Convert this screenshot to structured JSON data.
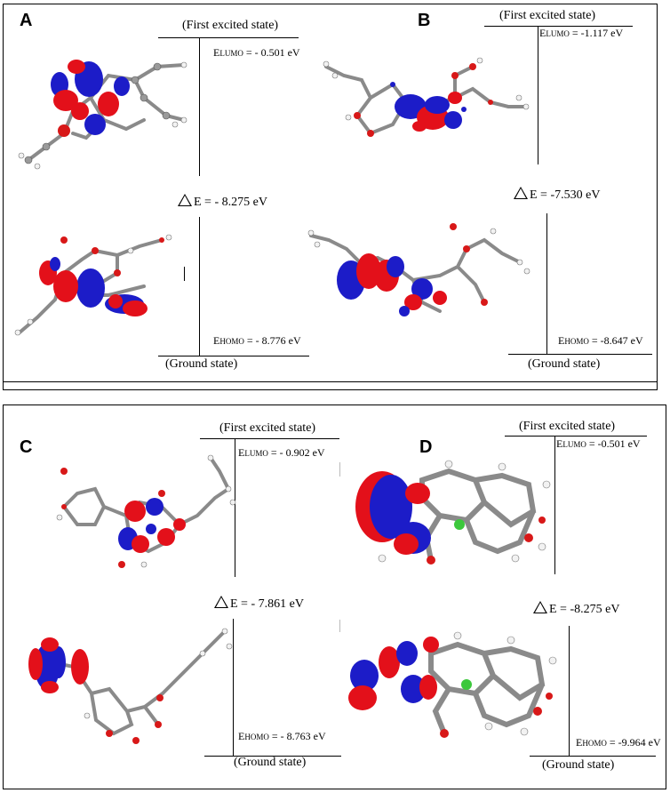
{
  "panels": [
    {
      "letter": "A",
      "first_excited": "(First excited state)",
      "lumo_label": "E",
      "lumo_sub": "LUMO",
      "lumo_value": " = - 0.501 eV",
      "delta": "E = - 8.275 eV",
      "homo_label": "E",
      "homo_sub": "HOMO",
      "homo_value": " = - 8.776 eV",
      "ground": "(Ground state)"
    },
    {
      "letter": "B",
      "first_excited": "(First excited state)",
      "lumo_label": "E",
      "lumo_sub": "LUMO",
      "lumo_value": " = -1.117 eV",
      "delta": "E = -7.530 eV",
      "homo_label": "E",
      "homo_sub": "HOMO",
      "homo_value": " = -8.647 eV",
      "ground": "(Ground state)"
    },
    {
      "letter": "C",
      "first_excited": "(First excited state)",
      "lumo_label": "E",
      "lumo_sub": "LUMO",
      "lumo_value": " = - 0.902 eV",
      "delta": "E = - 7.861 eV",
      "homo_label": "E",
      "homo_sub": "HOMO",
      "homo_value": " = - 8.763 eV",
      "ground": "(Ground state)"
    },
    {
      "letter": "D",
      "first_excited": "(First excited state)",
      "lumo_label": "E",
      "lumo_sub": "LUMO",
      "lumo_value": " = -0.501 eV",
      "delta": "E = -8.275 eV",
      "homo_label": "E",
      "homo_sub": "HOMO",
      "homo_value": " = -9.964 eV",
      "ground": "(Ground state)"
    }
  ],
  "colors": {
    "orbital_positive": "#e3101a",
    "orbital_negative": "#1c1cc8",
    "carbon": "#8a8a8a",
    "hydrogen": "#f2f2f2",
    "oxygen": "#d81818",
    "chlorine": "#3cc83c"
  }
}
